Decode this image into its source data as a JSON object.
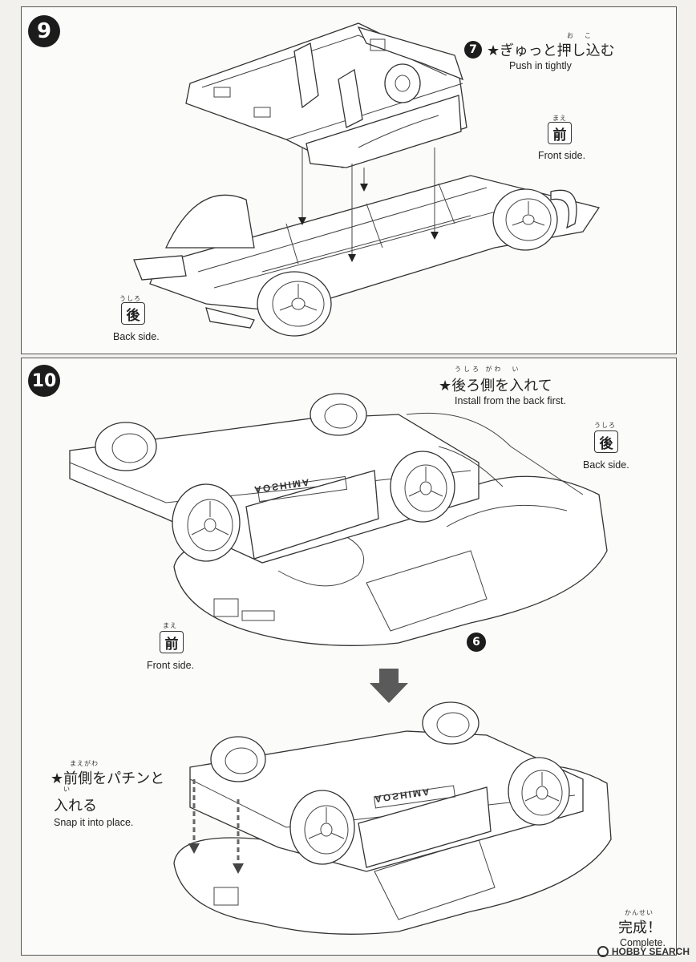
{
  "step9": {
    "number": "9",
    "callout_num": "7",
    "callout_jp": "★ぎゅっと押し込む",
    "callout_ruby": "お　こ",
    "callout_en": "Push in tightly",
    "front": {
      "ruby": "まえ",
      "kanji": "前",
      "en": "Front side."
    },
    "back": {
      "ruby": "うしろ",
      "kanji": "後",
      "en": "Back side."
    }
  },
  "step10": {
    "number": "10",
    "callout_jp": "★後ろ側を入れて",
    "callout_ruby": "うしろ がわ　い",
    "callout_en": "Install from the back first.",
    "back": {
      "ruby": "うしろ",
      "kanji": "後",
      "en": "Back side."
    },
    "front": {
      "ruby": "まえ",
      "kanji": "前",
      "en": "Front side."
    },
    "part_num": "6",
    "snap_jp_1": "★前側をパチンと",
    "snap_ruby_1": "まえがわ",
    "snap_jp_2": "入れる",
    "snap_ruby_2": "い",
    "snap_en": "Snap it into place.",
    "complete_ruby": "かんせい",
    "complete_jp": "完成！",
    "complete_en": "Complete.",
    "chassis_text": "AOSHIMA"
  },
  "watermark": {
    "text": "HOBBY SEARCH"
  }
}
